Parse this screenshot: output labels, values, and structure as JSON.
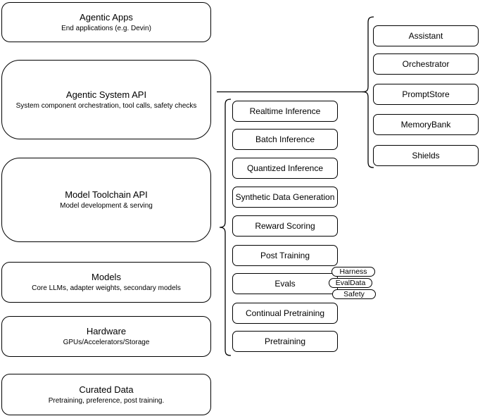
{
  "diagram": {
    "stack": [
      {
        "title": "Agentic Apps",
        "subtitle": "End applications (e.g. Devin)"
      },
      {
        "title": "Agentic System API",
        "subtitle": "System component orchestration, tool calls, safety checks"
      },
      {
        "title": "Model Toolchain API",
        "subtitle": "Model development & serving"
      },
      {
        "title": "Models",
        "subtitle": "Core LLMs, adapter weights, secondary models"
      },
      {
        "title": "Hardware",
        "subtitle": "GPUs/Accelerators/Storage"
      },
      {
        "title": "Curated Data",
        "subtitle": "Pretraining, preference, post training."
      }
    ],
    "toolchain_capabilities": [
      "Realtime Inference",
      "Batch Inference",
      "Quantized Inference",
      "Synthetic Data Generation",
      "Reward Scoring",
      "Post Training",
      "Evals",
      "Continual Pretraining",
      "Pretraining"
    ],
    "evals_tags": [
      "Harness",
      "EvalData",
      "Safety"
    ],
    "system_components": [
      "Assistant",
      "Orchestrator",
      "PromptStore",
      "MemoryBank",
      "Shields"
    ],
    "colors": {
      "stroke": "#000000",
      "fill": "#ffffff",
      "text": "#000000"
    }
  }
}
